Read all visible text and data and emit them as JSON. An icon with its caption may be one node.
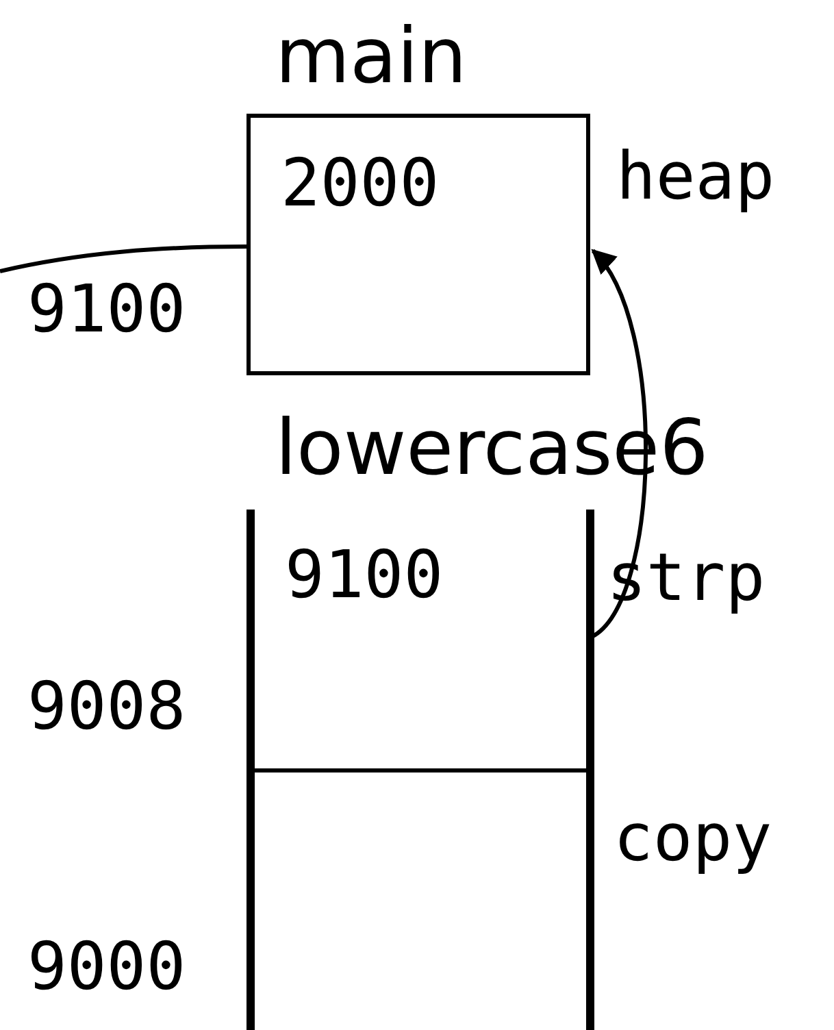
{
  "diagram": {
    "nodes": [
      {
        "text": [
          "main",
          "2000"
        ],
        "beside": [
          "heap"
        ]
      },
      {
        "text": [
          "lowercase6"
        ]
      },
      {
        "text": [
          "9100"
        ],
        "in": 1,
        "beside": [
          "strp"
        ]
      },
      {
        "text": [],
        "shape": "box",
        "in": 1,
        "beside": [
          "copy"
        ]
      }
    ],
    "edges": [
      {
        "from": null,
        "to": 0,
        "arrow": "none"
      },
      {
        "from": 2,
        "to": 0,
        "arrow": "to"
      }
    ],
    "labels": [
      "9100",
      "9008",
      "9000"
    ]
  }
}
